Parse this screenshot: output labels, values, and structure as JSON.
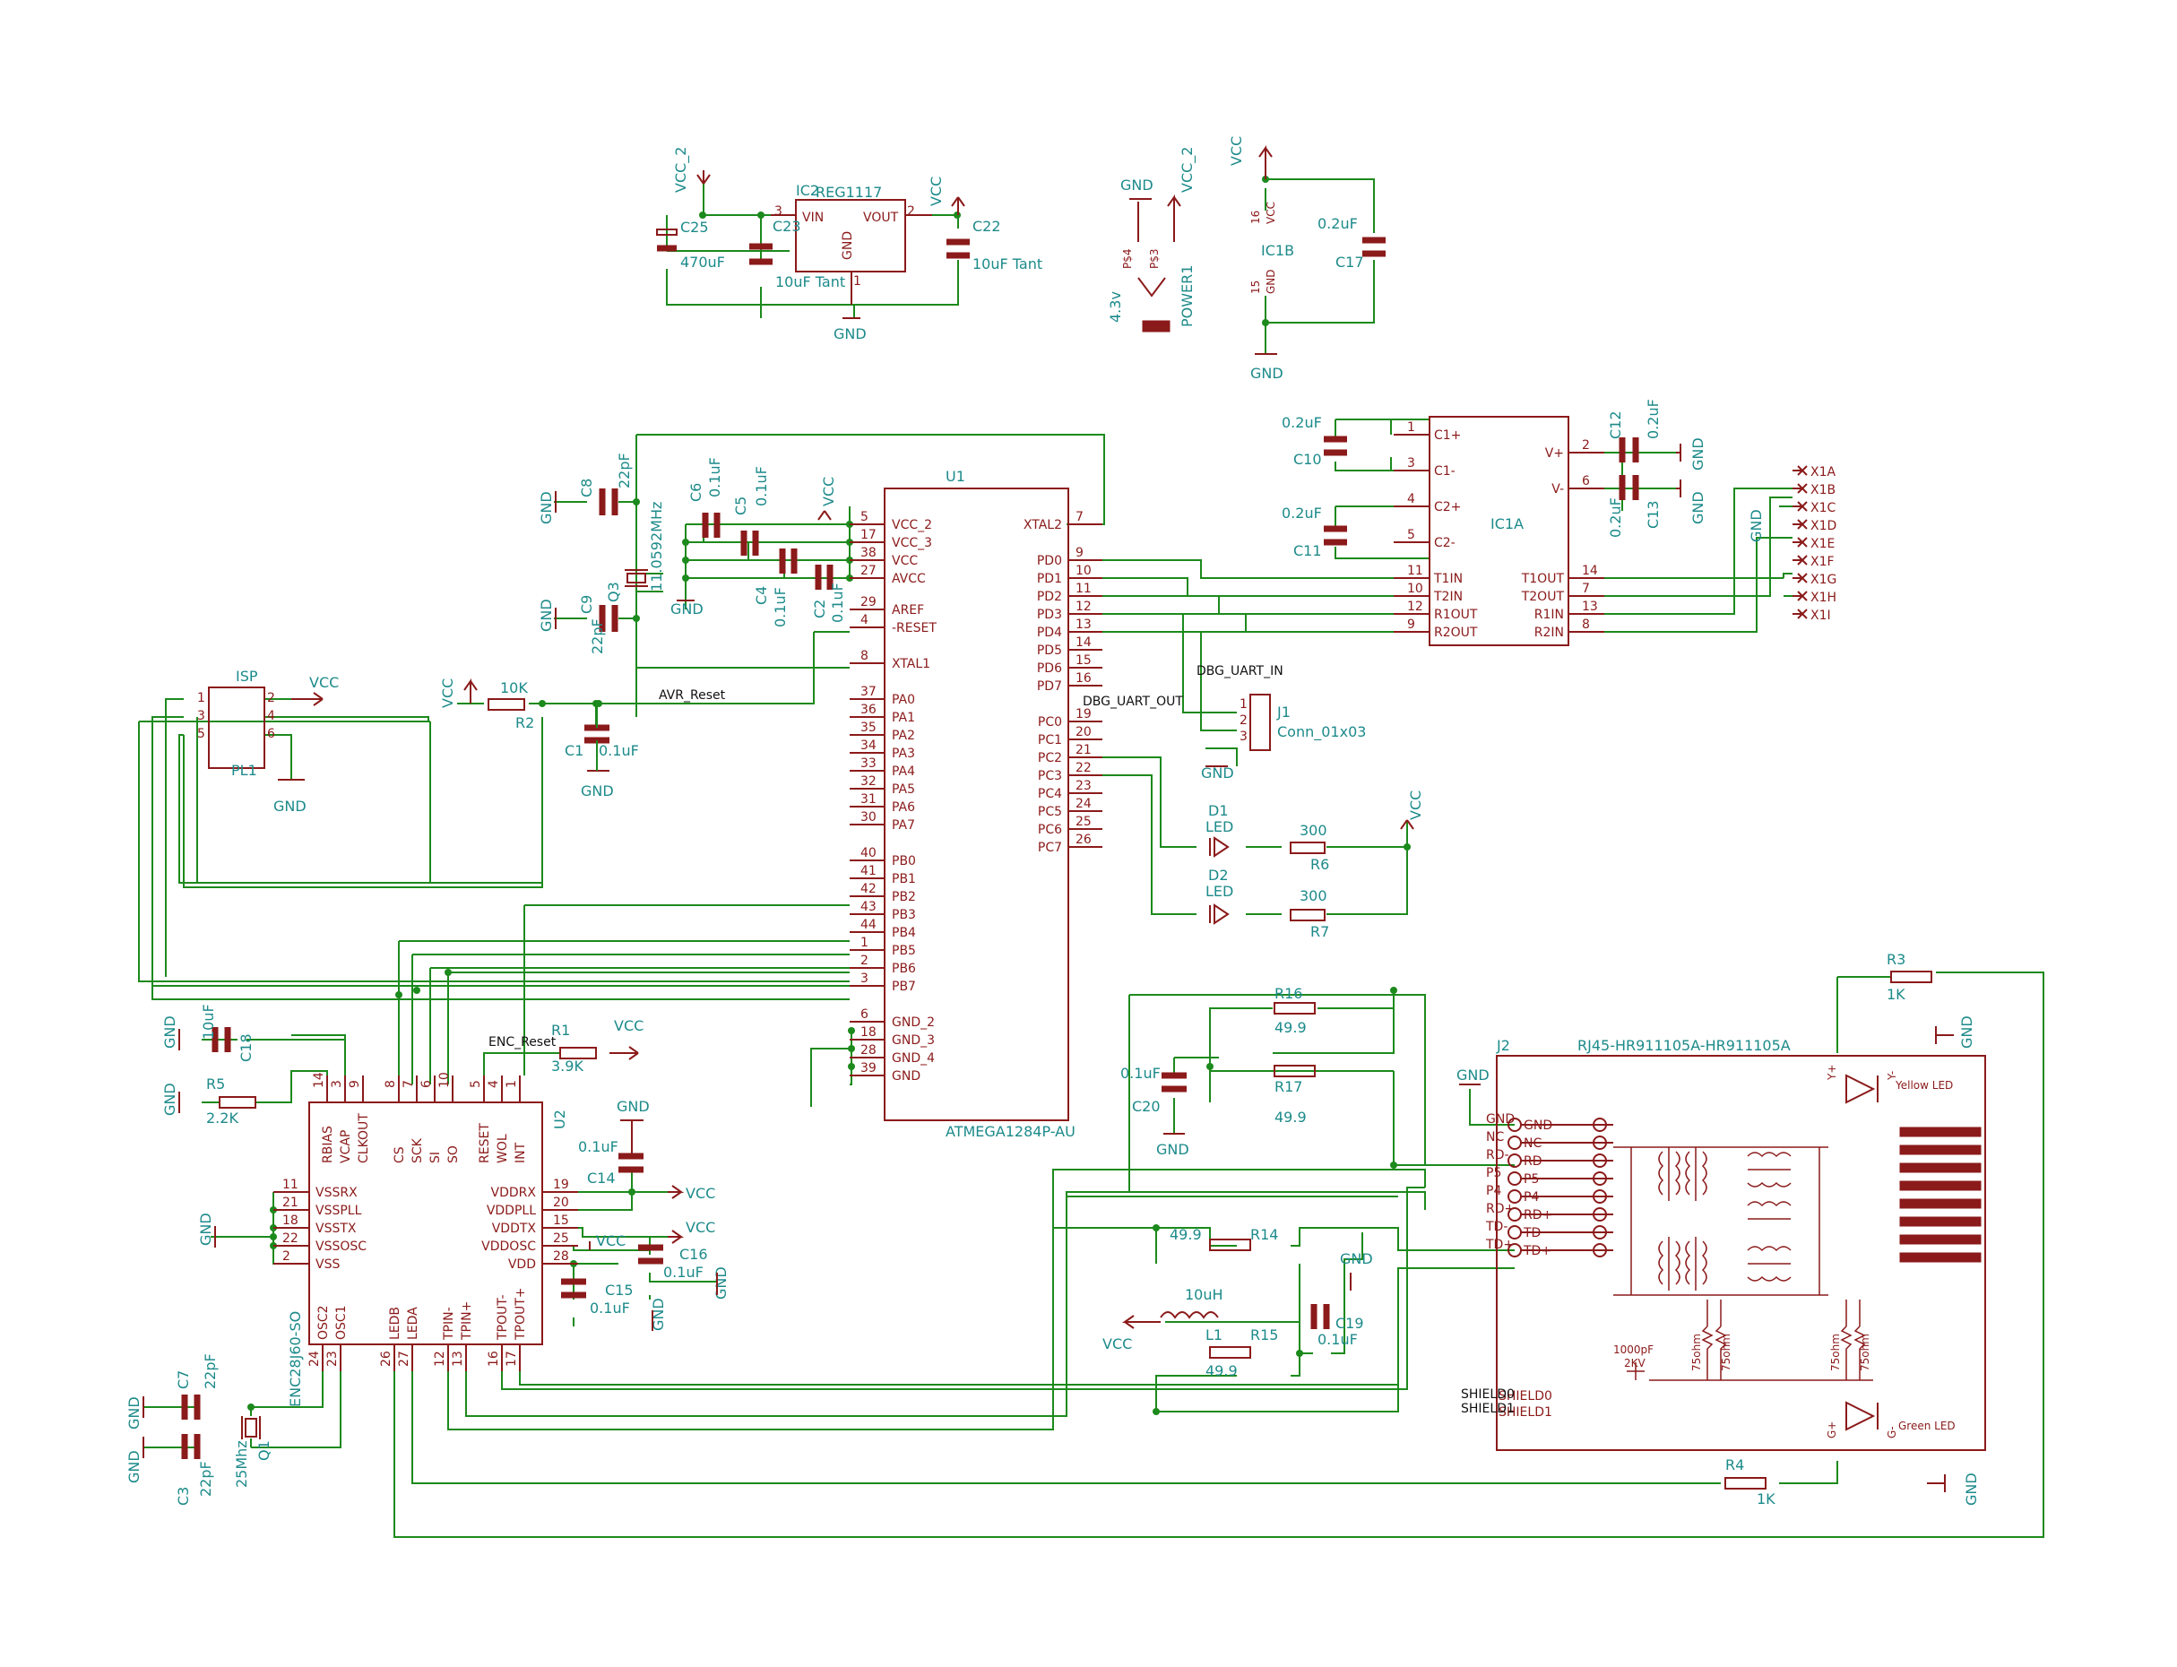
{
  "supply": {
    "gnd": "GND",
    "vcc": "VCC",
    "vcc2": "VCC_2"
  },
  "regulator": {
    "ref": "IC2",
    "value": "REG1117",
    "pins": {
      "vin": "VIN",
      "vout": "VOUT",
      "gnd": "GND",
      "vin_num": "3",
      "vout_num": "2",
      "gnd_num": "1"
    },
    "c25_ref": "C25",
    "c25_val": "470uF",
    "c23_ref": "C23",
    "c23_val": "10uF Tant",
    "c22_ref": "C22",
    "c22_val": "10uF Tant"
  },
  "power1": {
    "ref": "POWER1",
    "value": "4.3v",
    "p1": "P$4",
    "p2": "P$3"
  },
  "ic1b": {
    "ref": "IC1B",
    "vcc_pin": "16",
    "vcc_name": "VCC",
    "gnd_pin": "15",
    "gnd_name": "GND",
    "c17_ref": "C17",
    "c17_val": "0.2uF"
  },
  "ic1a": {
    "ref": "IC1A",
    "left_pins": [
      {
        "num": "1",
        "name": "C1+"
      },
      {
        "num": "3",
        "name": "C1-"
      },
      {
        "num": "4",
        "name": "C2+"
      },
      {
        "num": "5",
        "name": "C2-"
      },
      {
        "num": "11",
        "name": "T1IN"
      },
      {
        "num": "10",
        "name": "T2IN"
      },
      {
        "num": "12",
        "name": "R1OUT"
      },
      {
        "num": "9",
        "name": "R2OUT"
      }
    ],
    "right_pins": [
      {
        "num": "2",
        "name": "V+"
      },
      {
        "num": "6",
        "name": "V-"
      },
      {
        "num": "14",
        "name": "T1OUT"
      },
      {
        "num": "7",
        "name": "T2OUT"
      },
      {
        "num": "13",
        "name": "R1IN"
      },
      {
        "num": "8",
        "name": "R2IN"
      }
    ],
    "c10": "C10",
    "c11": "C11",
    "c12": "C12",
    "c13": "C13",
    "cval": "0.2uF"
  },
  "x1": {
    "pins": [
      "X1A",
      "X1B",
      "X1C",
      "X1D",
      "X1E",
      "X1F",
      "X1G",
      "X1H",
      "X1I"
    ]
  },
  "u1": {
    "ref": "U1",
    "value": "ATMEGA1284P-AU",
    "left_pins": [
      {
        "num": "5",
        "name": "VCC_2"
      },
      {
        "num": "17",
        "name": "VCC_3"
      },
      {
        "num": "38",
        "name": "VCC"
      },
      {
        "num": "27",
        "name": "AVCC"
      },
      {
        "num": "29",
        "name": "AREF"
      },
      {
        "num": "4",
        "name": "-RESET"
      },
      {
        "num": "8",
        "name": "XTAL1"
      },
      {
        "num": "37",
        "name": "PA0"
      },
      {
        "num": "36",
        "name": "PA1"
      },
      {
        "num": "35",
        "name": "PA2"
      },
      {
        "num": "34",
        "name": "PA3"
      },
      {
        "num": "33",
        "name": "PA4"
      },
      {
        "num": "32",
        "name": "PA5"
      },
      {
        "num": "31",
        "name": "PA6"
      },
      {
        "num": "30",
        "name": "PA7"
      },
      {
        "num": "40",
        "name": "PB0"
      },
      {
        "num": "41",
        "name": "PB1"
      },
      {
        "num": "42",
        "name": "PB2"
      },
      {
        "num": "43",
        "name": "PB3"
      },
      {
        "num": "44",
        "name": "PB4"
      },
      {
        "num": "1",
        "name": "PB5"
      },
      {
        "num": "2",
        "name": "PB6"
      },
      {
        "num": "3",
        "name": "PB7"
      },
      {
        "num": "6",
        "name": "GND_2"
      },
      {
        "num": "18",
        "name": "GND_3"
      },
      {
        "num": "28",
        "name": "GND_4"
      },
      {
        "num": "39",
        "name": "GND"
      }
    ],
    "right_pins": [
      {
        "num": "7",
        "name": "XTAL2"
      },
      {
        "num": "9",
        "name": "PD0"
      },
      {
        "num": "10",
        "name": "PD1"
      },
      {
        "num": "11",
        "name": "PD2"
      },
      {
        "num": "12",
        "name": "PD3"
      },
      {
        "num": "13",
        "name": "PD4"
      },
      {
        "num": "14",
        "name": "PD5"
      },
      {
        "num": "15",
        "name": "PD6"
      },
      {
        "num": "16",
        "name": "PD7"
      },
      {
        "num": "19",
        "name": "PC0"
      },
      {
        "num": "20",
        "name": "PC1"
      },
      {
        "num": "21",
        "name": "PC2"
      },
      {
        "num": "22",
        "name": "PC3"
      },
      {
        "num": "23",
        "name": "PC4"
      },
      {
        "num": "24",
        "name": "PC5"
      },
      {
        "num": "25",
        "name": "PC6"
      },
      {
        "num": "26",
        "name": "PC7"
      }
    ]
  },
  "osc": {
    "q3": "Q3",
    "q3_val": "11.0592MHz",
    "c8": "C8",
    "c9": "C9",
    "cval": "22pF",
    "c6": "C6",
    "c5": "C5",
    "c4": "C4",
    "c2": "C2",
    "dval": "0.1uF"
  },
  "reset": {
    "r2": "R2",
    "r2_val": "10K",
    "c1": "C1",
    "c1_val": "0.1uF",
    "net": "AVR_Reset"
  },
  "isp": {
    "ref": "PL1",
    "title": "ISP",
    "pins": [
      "1",
      "2",
      "3",
      "4",
      "5",
      "6"
    ]
  },
  "uart": {
    "in": "DBG_UART_IN",
    "out": "DBG_UART_OUT",
    "ref": "J1",
    "value": "Conn_01x03",
    "pins": [
      "1",
      "2",
      "3"
    ]
  },
  "leds": {
    "d1": "D1",
    "d2": "D2",
    "dval": "LED",
    "r6": "R6",
    "r7": "R7",
    "rval": "300"
  },
  "enc": {
    "ref": "U2",
    "value": "ENC28J60-SO",
    "net": "ENC_Reset",
    "r1": "R1",
    "r1_val": "3.9K",
    "r5": "R5",
    "r5_val": "2.2K",
    "c18": "C18",
    "c18_val": "10uF",
    "c14": "C14",
    "c15": "C15",
    "c16": "C16",
    "c01": "0.1uF",
    "c7": "C7",
    "c3": "C3",
    "c22p": "22pF",
    "q1": "Q1",
    "q1_val": "25Mhz",
    "top_pins": [
      {
        "num": "14",
        "name": "RBIAS"
      },
      {
        "num": "3",
        "name": "VCAP"
      },
      {
        "num": "9",
        "name": "CLKOUT"
      },
      {
        "num": "8",
        "name": "CS"
      },
      {
        "num": "7",
        "name": "SCK"
      },
      {
        "num": "6",
        "name": "SI"
      },
      {
        "num": "10",
        "name": "SO"
      },
      {
        "num": "5",
        "name": "RESET"
      },
      {
        "num": "4",
        "name": "WOL"
      },
      {
        "num": "1",
        "name": "INT"
      }
    ],
    "left_pins": [
      {
        "num": "11",
        "name": "VSSRX"
      },
      {
        "num": "21",
        "name": "VSSPLL"
      },
      {
        "num": "18",
        "name": "VSSTX"
      },
      {
        "num": "22",
        "name": "VSSOSC"
      },
      {
        "num": "2",
        "name": "VSS"
      }
    ],
    "right_pins": [
      {
        "num": "19",
        "name": "VDDRX"
      },
      {
        "num": "20",
        "name": "VDDPLL"
      },
      {
        "num": "15",
        "name": "VDDTX"
      },
      {
        "num": "25",
        "name": "VDDOSC"
      },
      {
        "num": "28",
        "name": "VDD"
      }
    ],
    "bottom_pins": [
      {
        "num": "24",
        "name": "OSC2"
      },
      {
        "num": "23",
        "name": "OSC1"
      },
      {
        "num": "26",
        "name": "LEDB"
      },
      {
        "num": "27",
        "name": "LEDA"
      },
      {
        "num": "12",
        "name": "TPIN-"
      },
      {
        "num": "13",
        "name": "TPIN+"
      },
      {
        "num": "16",
        "name": "TPOUT-"
      },
      {
        "num": "17",
        "name": "TPOUT+"
      }
    ]
  },
  "term": {
    "r16": "R16",
    "r17": "R17",
    "r14": "R14",
    "r15": "R15",
    "rval": "49.9",
    "c20": "C20",
    "c20_val": "0.1uF",
    "c19": "C19",
    "c19_val": "0.1uF",
    "l1": "L1",
    "l1_val": "10uH"
  },
  "rj45": {
    "ref": "J2",
    "value": "RJ45-HR911105A-HR911105A",
    "r3": "R3",
    "r4": "R4",
    "r_val": "1K",
    "left_pins": [
      "GND",
      "NC",
      "RD-",
      "P5",
      "P4",
      "RD+",
      "TD-",
      "TD+"
    ],
    "pin_names": [
      "GND",
      "NC",
      "RD",
      "P5",
      "P4",
      "RD+",
      "TD",
      "TD+"
    ],
    "shield": [
      "SHIELD0",
      "SHIELD1"
    ],
    "yled": "Yellow LED",
    "gled": "Green LED",
    "y_plus": "Y+",
    "y_minus": "Y-",
    "g_plus": "G+",
    "g_minus": "G-",
    "c_hv": "1000pF",
    "c_hv2": "2KV",
    "r75": "75ohm"
  }
}
